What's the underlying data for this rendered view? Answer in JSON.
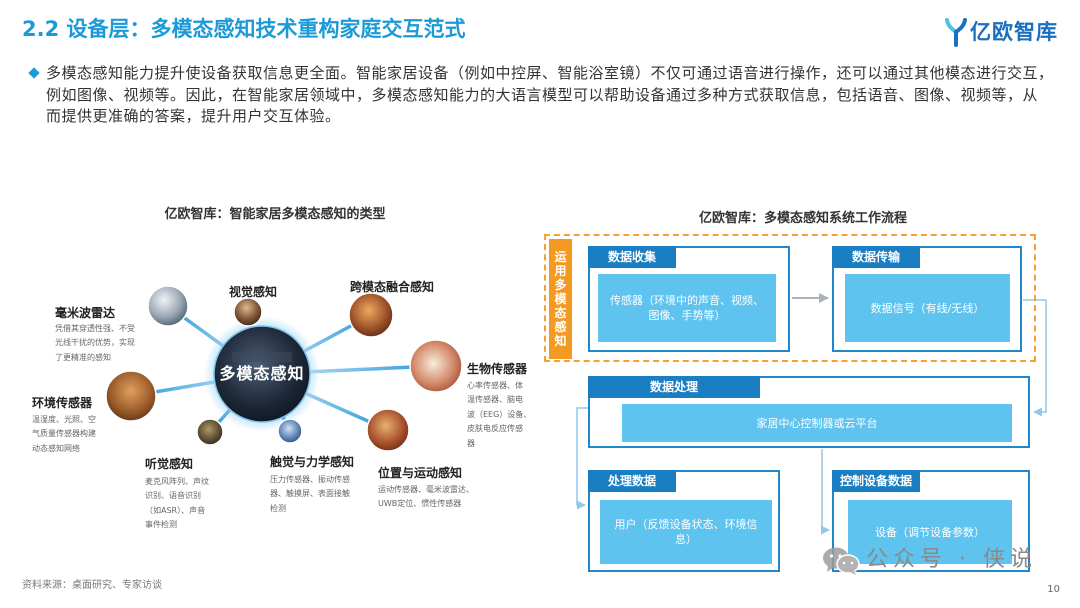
{
  "header": {
    "title": "2.2 设备层：多模态感知技术重构家庭交互范式",
    "logo_text": "亿欧智库"
  },
  "intro": {
    "lines": [
      "多模态感知能力提升使设备获取信息更全面。智能家居设备（例如中控屏、智能浴室镜）不仅可通过语音进行操作，还可以通过其他模态进行交互，",
      "例如图像、视频等。因此，在智能家居领域中，多模态感知能力的大语言模型可以帮助设备通过多种方式获取信息，包括语音、图像、视频等，从",
      "而提供更准确的答案，提升用户交互体验。"
    ]
  },
  "left_diagram": {
    "title": "亿欧智库：智能家居多模态感知的类型",
    "center_label": "多模态感知",
    "nodes": [
      {
        "label": "毫米波雷达",
        "desc": [
          "凭借其穿透性强、不受",
          "光线干扰的优势，实现",
          "了更精准的感知"
        ]
      },
      {
        "label": "视觉感知"
      },
      {
        "label": "跨模态融合感知"
      },
      {
        "label": "生物传感器",
        "desc": [
          "心率传感器、体",
          "温传感器、脑电",
          "波（EEG）设备、",
          "皮肤电反应传感",
          "器"
        ]
      },
      {
        "label": "环境传感器",
        "desc": [
          "温湿度、光照、空",
          "气质量传感器构建",
          "动态感知网络"
        ]
      },
      {
        "label": "听觉感知",
        "desc": [
          "麦克风阵列、声纹",
          "识别、语音识别",
          "（如ASR）、声音",
          "事件检测"
        ]
      },
      {
        "label": "触觉与力学感知",
        "desc": [
          "压力传感器、振动传感",
          "器、触摸屏、表面接触",
          "检测"
        ]
      },
      {
        "label": "位置与运动感知",
        "desc": [
          "运动传感器、毫米波雷达、",
          "UWB定位、惯性传感器"
        ]
      }
    ]
  },
  "right_diagram": {
    "title": "亿欧智库：多模态感知系统工作流程",
    "group_label": "运用多模态感知",
    "steps": {
      "collect": {
        "header": "数据收集",
        "body": [
          "传感器（环境中的声音、视频、",
          "图像、手势等）"
        ]
      },
      "transmit": {
        "header": "数据传输",
        "body": [
          "数据信号（有线/无线）"
        ]
      },
      "process": {
        "header": "数据处理",
        "body": [
          "家居中心控制器或云平台"
        ]
      },
      "handle": {
        "header": "处理数据",
        "body": [
          "用户（反馈设备状态、环境信",
          "息）"
        ]
      },
      "control": {
        "header": "控制设备数据",
        "body": [
          "设备（调节设备参数）"
        ]
      }
    }
  },
  "watermark": {
    "text": "公众号 · 侠说"
  },
  "footer": {
    "source": "资料来源：桌面研究、专家访谈",
    "page_number": "10"
  },
  "icons": {
    "logo": "yiou-logo-icon",
    "bullet": "diamond-bullet-icon",
    "watermark": "wechat-icon"
  },
  "colors": {
    "title": "#1b9ad7",
    "header_blue": "#1a7ec3",
    "frame_blue": "#2087cb",
    "inner_blue": "#5ec3ee",
    "orange": "#f39a22",
    "logo_blue": "#1a6fbf"
  }
}
